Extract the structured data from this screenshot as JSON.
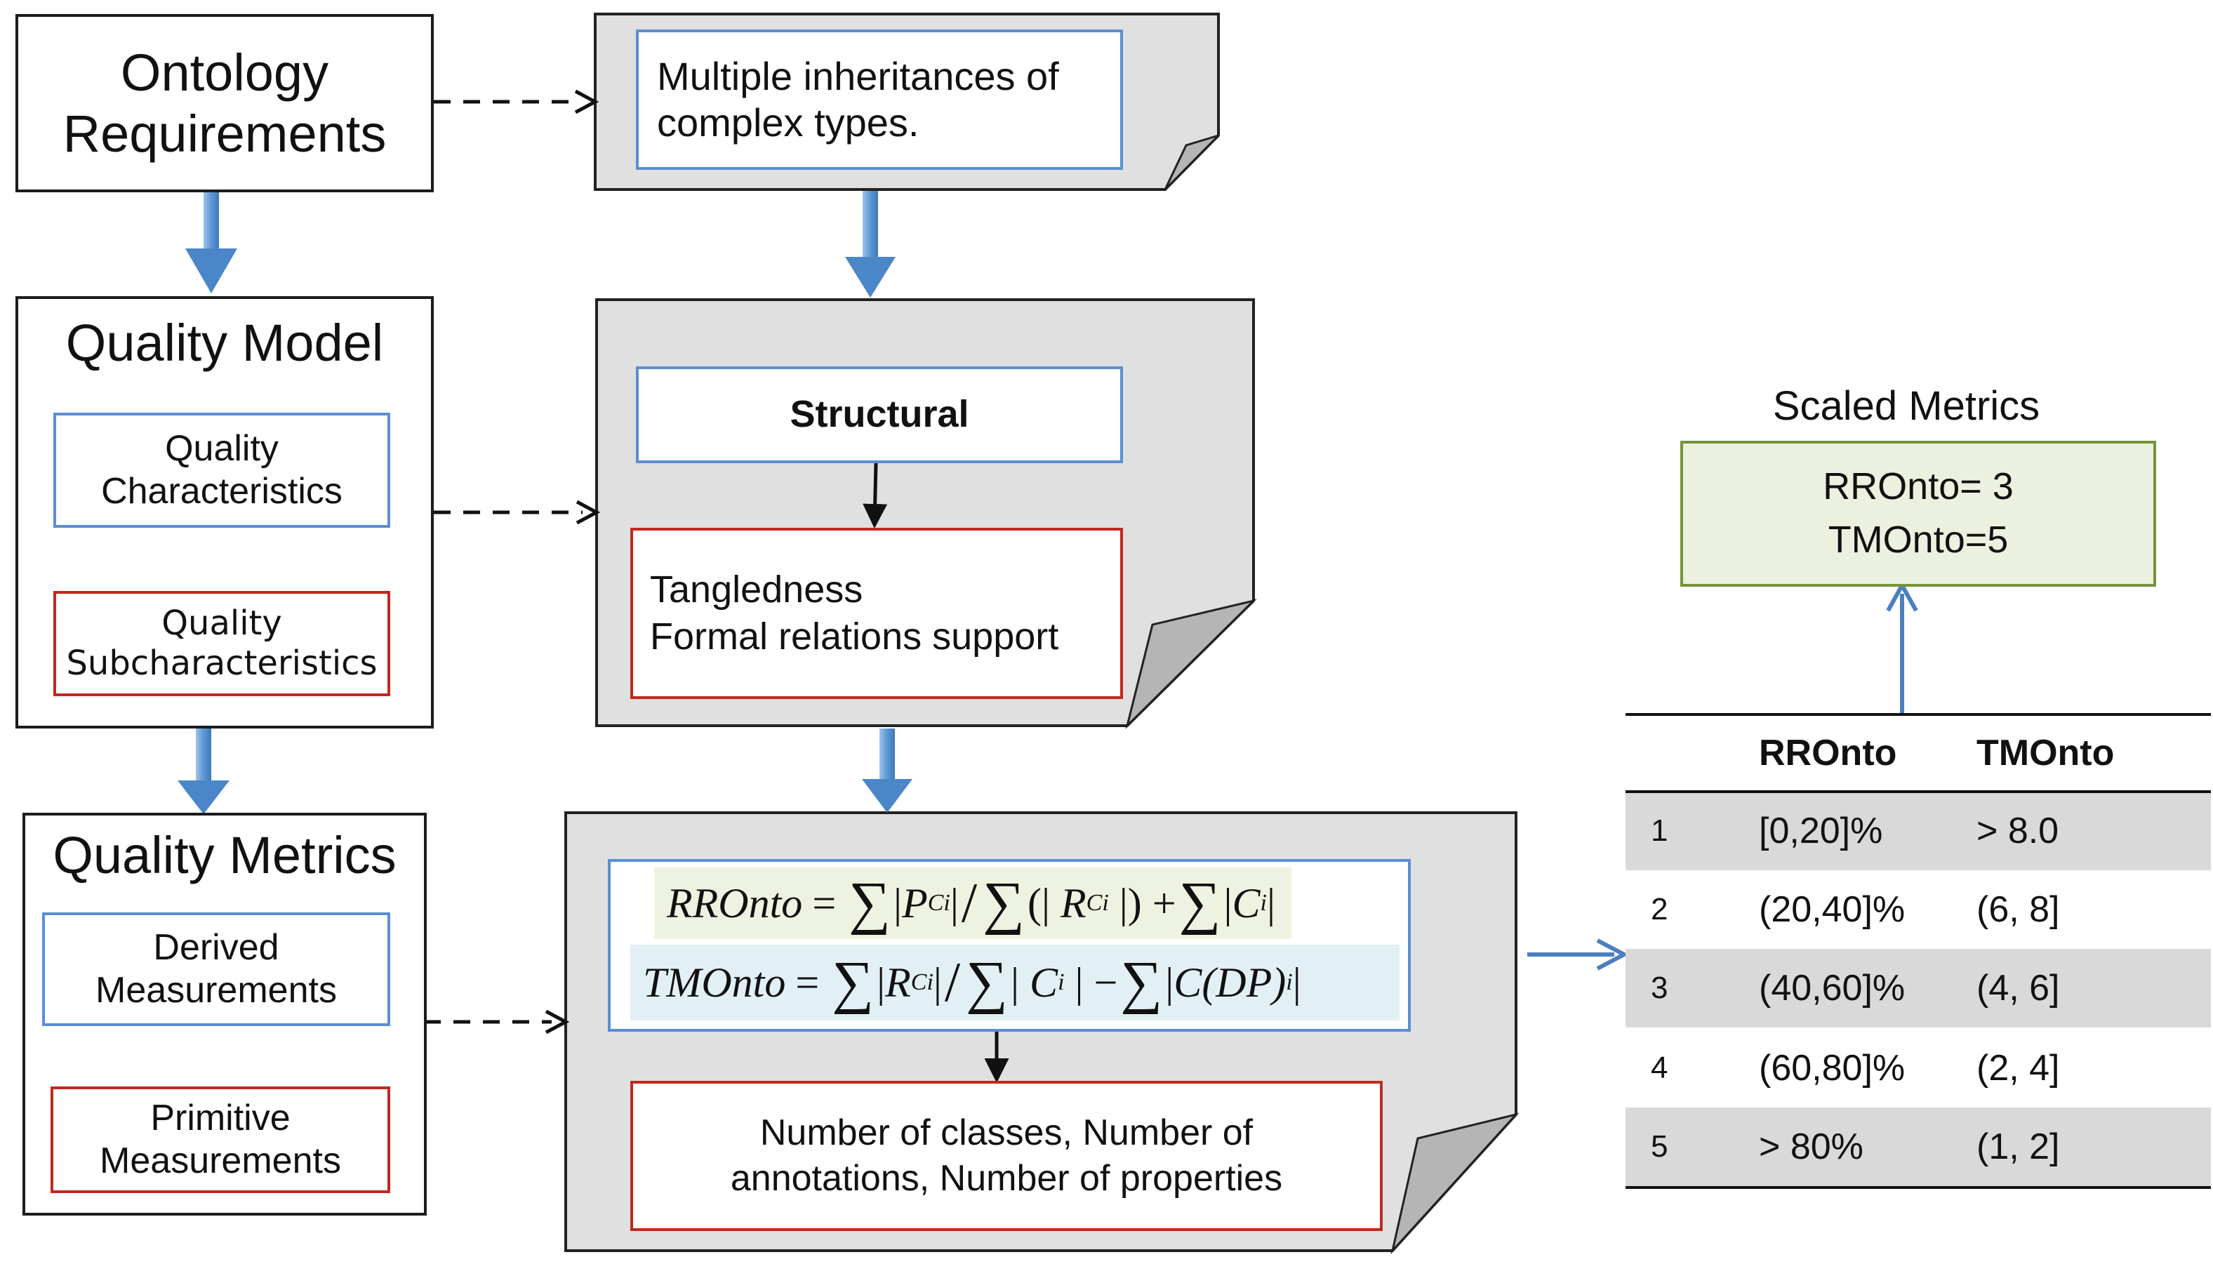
{
  "left_column": {
    "ontology_requirements": "Ontology\nRequirements",
    "quality_model": {
      "title": "Quality Model",
      "characteristics": "Quality\nCharacteristics",
      "subcharacteristics": "Quality\nSubcharacteristics"
    },
    "quality_metrics": {
      "title": "Quality Metrics",
      "derived": "Derived\nMeasurements",
      "primitive": "Primitive\nMeasurements"
    }
  },
  "middle_column": {
    "requirement_text": "Multiple inheritances of\ncomplex types.",
    "structural_label": "Structural",
    "subchar_text": "Tangledness\nFormal relations support",
    "formula_1": {
      "lhs": "RROnto",
      "p": "P",
      "r": "R",
      "c": "C",
      "sub": "Ci",
      "sub_i": "i"
    },
    "formula_2": {
      "lhs": "TMOnto",
      "r": "R",
      "c": "C",
      "dp": "C(DP)",
      "sub": "Ci",
      "sub_i": "i"
    },
    "primitive_text": "Number of classes, Number of\nannotations, Number of properties"
  },
  "scaled_metrics": {
    "title": "Scaled Metrics",
    "lines": [
      "RROnto= 3",
      "TMOnto=5"
    ]
  },
  "scale_table": {
    "headers": [
      "",
      "RROnto",
      "TMOnto"
    ],
    "rows": [
      [
        "1",
        "[0,20]%",
        "> 8.0"
      ],
      [
        "2",
        "(20,40]%",
        "(6, 8]"
      ],
      [
        "3",
        "(40,60]%",
        "(4, 6]"
      ],
      [
        "4",
        "(60,80]%",
        "(2, 4]"
      ],
      [
        "5",
        "> 80%",
        "(1, 2]"
      ]
    ],
    "shaded_rows": [
      0,
      2,
      4
    ]
  },
  "colors": {
    "blue_border": "#5b8fd0",
    "red_border": "#c0291f",
    "note_fill": "#e0e0e0",
    "scaled_fill": "#ebf1de",
    "scaled_border": "#77933c",
    "formula_1_bg": "#eef2e0",
    "formula_2_bg": "#e2f0f5",
    "arrow_gradient": [
      "#a9cdf0",
      "#4a86c8"
    ],
    "table_shade": "#d9d9d9"
  }
}
